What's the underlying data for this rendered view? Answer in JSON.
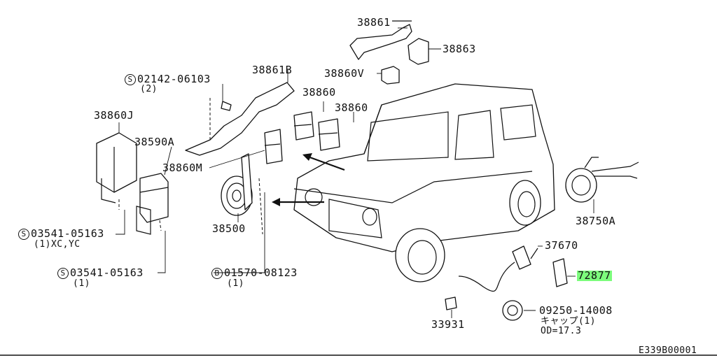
{
  "labels": {
    "p38861": "38861",
    "p38863": "38863",
    "p38860V": "38860V",
    "p38861B": "38861B",
    "s02142": "02142-06103",
    "s02142_qty": "(2)",
    "p38860_a": "38860",
    "p38860_b": "38860",
    "p38860J": "38860J",
    "p38590A": "38590A",
    "p38860M": "38860M",
    "p38500": "38500",
    "p38750A": "38750A",
    "p37670": "37670",
    "p72877": "72877",
    "s03541_a": "03541-05163",
    "s03541_a_qty": "(1)XC,YC",
    "s03541_b": "03541-05163",
    "s03541_b_qty": "(1)",
    "b01570": "01570-08123",
    "b01570_qty": "(1)",
    "p09250": "09250-14008",
    "p09250_note1": "キャップ(1)",
    "p09250_note2": "OD=17.3",
    "p33931": "33931",
    "diagram_id": "E339B00001"
  },
  "symbols": {
    "s": "S",
    "b": "B"
  },
  "colors": {
    "highlight": "#7CFC7C",
    "line": "#111111"
  }
}
